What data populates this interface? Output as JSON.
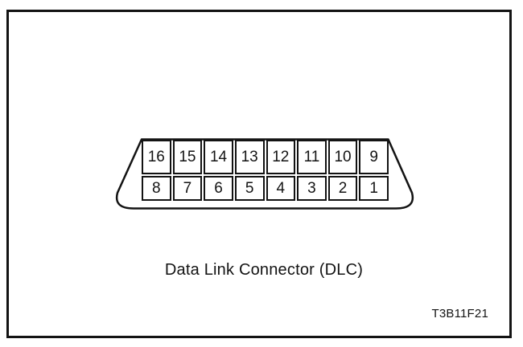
{
  "figure": {
    "caption": "Data Link Connector (DLC)",
    "figure_code": "T3B11F21"
  },
  "connector": {
    "rows": [
      {
        "pins": [
          "16",
          "15",
          "14",
          "13",
          "12",
          "11",
          "10",
          "9"
        ]
      },
      {
        "pins": [
          "8",
          "7",
          "6",
          "5",
          "4",
          "3",
          "2",
          "1"
        ]
      }
    ]
  },
  "colors": {
    "line": "#131313",
    "background": "#ffffff"
  }
}
